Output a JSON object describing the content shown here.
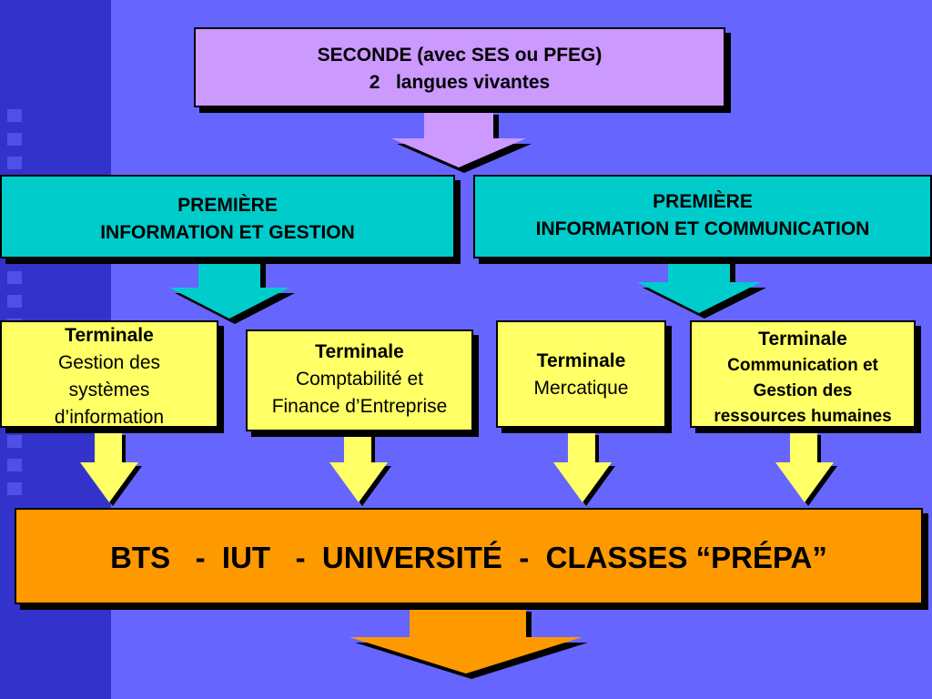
{
  "seconde": {
    "line1": "SECONDE (avec SES ou PFEG)",
    "line2": "2   langues vivantes"
  },
  "premiere_ig": {
    "line1": "PREMIÈRE",
    "line2": "INFORMATION ET GESTION"
  },
  "premiere_ic": {
    "line1": "PREMIÈRE",
    "line2": "INFORMATION ET COMMUNICATION"
  },
  "terminales": [
    {
      "title": "Terminale",
      "lines": [
        "Gestion des",
        "systèmes",
        "d’information"
      ]
    },
    {
      "title": "Terminale",
      "lines": [
        "Comptabilité et",
        "Finance d’Entreprise"
      ]
    },
    {
      "title": "Terminale",
      "lines": [
        "Mercatique"
      ]
    },
    {
      "title": "Terminale",
      "lines": [
        "Communication et",
        "Gestion des",
        "ressources humaines"
      ]
    }
  ],
  "bts_banner": "BTS   -  IUT   -  UNIVERSITÉ  -  CLASSES “PRÉPA”",
  "colors": {
    "background": "#6666ff",
    "left_band": "#3333cc",
    "seconde_box": "#cc99ff",
    "premiere_box": "#00cccc",
    "terminale_box": "#ffff66",
    "bts_box": "#ff9900"
  }
}
